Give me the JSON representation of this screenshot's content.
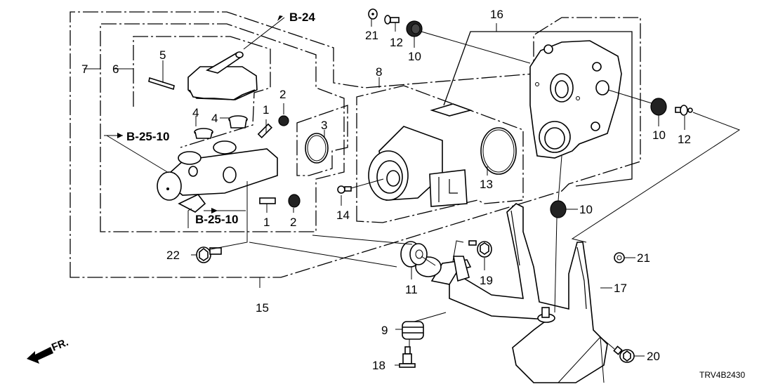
{
  "diagram": {
    "code": "TRV4B2430",
    "direction_label": "FR.",
    "references": [
      {
        "id": "ref-b24",
        "label": "B-24"
      },
      {
        "id": "ref-b2510-upper",
        "label": "B-25-10"
      },
      {
        "id": "ref-b2510-lower",
        "label": "B-25-10"
      }
    ],
    "callouts": [
      {
        "id": "c1a",
        "label": "1"
      },
      {
        "id": "c1b",
        "label": "1"
      },
      {
        "id": "c2a",
        "label": "2"
      },
      {
        "id": "c2b",
        "label": "2"
      },
      {
        "id": "c3",
        "label": "3"
      },
      {
        "id": "c4a",
        "label": "4"
      },
      {
        "id": "c4b",
        "label": "4"
      },
      {
        "id": "c5",
        "label": "5"
      },
      {
        "id": "c6",
        "label": "6"
      },
      {
        "id": "c7",
        "label": "7"
      },
      {
        "id": "c8",
        "label": "8"
      },
      {
        "id": "c9",
        "label": "9"
      },
      {
        "id": "c10a",
        "label": "10"
      },
      {
        "id": "c10b",
        "label": "10"
      },
      {
        "id": "c10c",
        "label": "10"
      },
      {
        "id": "c11",
        "label": "11"
      },
      {
        "id": "c12a",
        "label": "12"
      },
      {
        "id": "c12b",
        "label": "12"
      },
      {
        "id": "c13",
        "label": "13"
      },
      {
        "id": "c14",
        "label": "14"
      },
      {
        "id": "c15",
        "label": "15"
      },
      {
        "id": "c16",
        "label": "16"
      },
      {
        "id": "c17",
        "label": "17"
      },
      {
        "id": "c18",
        "label": "18"
      },
      {
        "id": "c19",
        "label": "19"
      },
      {
        "id": "c20",
        "label": "20"
      },
      {
        "id": "c21a",
        "label": "21"
      },
      {
        "id": "c21b",
        "label": "21"
      },
      {
        "id": "c22",
        "label": "22"
      }
    ]
  }
}
